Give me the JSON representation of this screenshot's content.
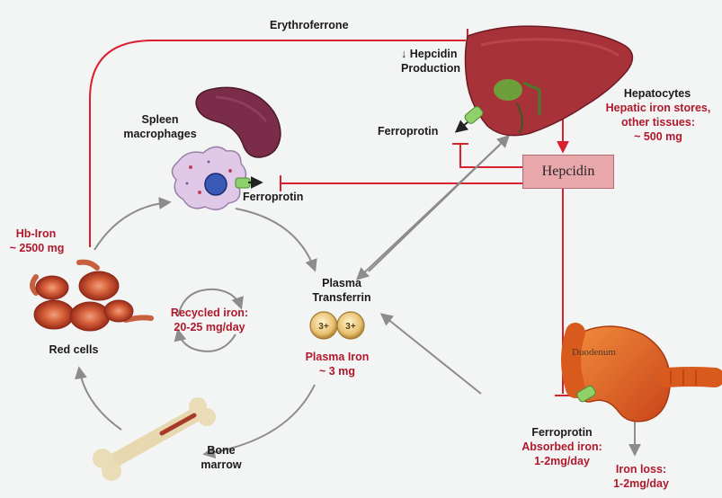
{
  "labels": {
    "erythroferrone": "Erythroferrone",
    "hepcidin_production_1": "↓ Hepcidin",
    "hepcidin_production_2": "Production",
    "hepatocytes": "Hepatocytes",
    "hepatic_stores_1": "Hepatic iron stores,",
    "hepatic_stores_2": "other tissues:",
    "hepatic_stores_3": "~ 500 mg",
    "ferroprotin_liver": "Ferroprotin",
    "hepcidin": "Hepcidin",
    "spleen_1": "Spleen",
    "spleen_2": "macrophages",
    "ferroprotin_macrophage": "Ferroprotin",
    "hb_iron_1": "Hb-Iron",
    "hb_iron_2": "~ 2500 mg",
    "red_cells": "Red cells",
    "recycled_1": "Recycled iron:",
    "recycled_2": "20-25 mg/day",
    "plasma_1": "Plasma",
    "plasma_2": "Transferrin",
    "ion_label": "3+",
    "plasma_iron_1": "Plasma Iron",
    "plasma_iron_2": "~ 3 mg",
    "bone_1": "Bone",
    "bone_2": "marrow",
    "duodenum": "Duodenum",
    "ferroprotin_gut": "Ferroprotin",
    "absorbed_1": "Absorbed iron:",
    "absorbed_2": "1-2mg/day",
    "iron_loss_1": "Iron loss:",
    "iron_loss_2": "1-2mg/day"
  },
  "colors": {
    "inhibition": "#d8202e",
    "flow_arrow": "#8c8c8c",
    "label_red": "#b0182c",
    "hepcidin_box": "#e8a7aa",
    "liver": "#a8323a",
    "gut": "#e4641c",
    "spleen": "#7a2c48"
  },
  "icons": {
    "liver": "liver-illustration",
    "spleen": "spleen-illustration",
    "macrophage": "macrophage-cell",
    "red_cells": "red-blood-cells",
    "transferrin": "transferrin-molecule",
    "bone": "bone-illustration",
    "duodenum": "duodenum-illustration",
    "ferroportin": "ferroportin-channel-icon"
  }
}
